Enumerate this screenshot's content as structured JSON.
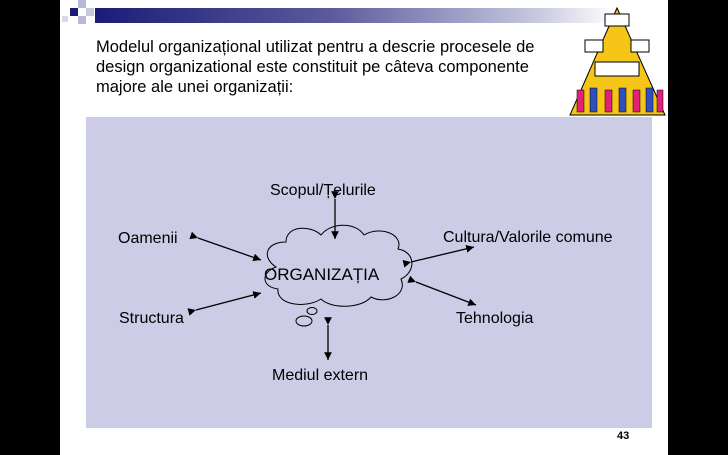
{
  "slide": {
    "title": "Modelul organizațional utilizat pentru a descrie procesele de design organizational este constituit pe câteva componente majore ale unei organizații:",
    "page_number": "43"
  },
  "diagram": {
    "center": "ORGANIZAȚIA",
    "nodes": {
      "top": "Scopul/Țelurile",
      "top_left": "Oamenii",
      "top_right": "Cultura/Valorile comune",
      "bottom_left": "Structura",
      "bottom_right": "Tehnologia",
      "bottom": "Mediul extern"
    }
  },
  "colors": {
    "panel": "#ccccE6",
    "bar": "#1c1c78"
  }
}
